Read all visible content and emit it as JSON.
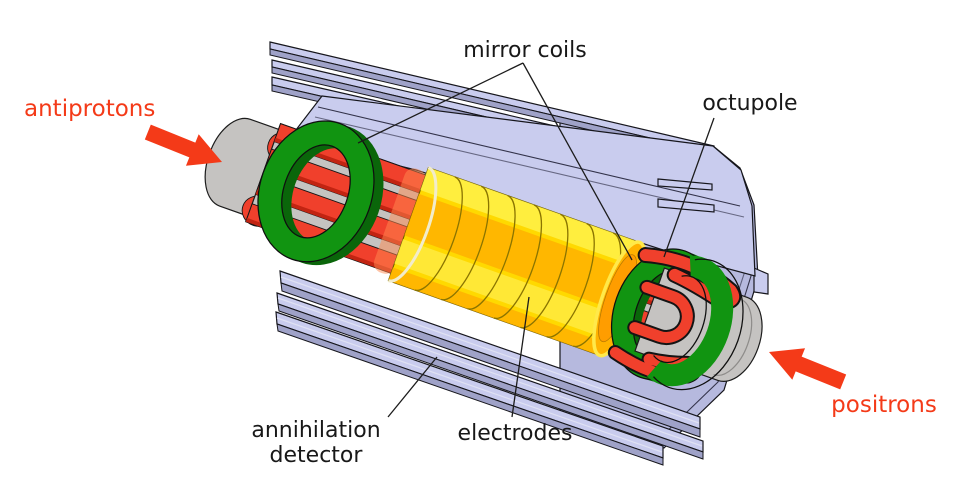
{
  "background": "#ffffff",
  "labels": {
    "antiprotons": "antiprotons",
    "positrons": "positrons",
    "mirror_coils": "mirror coils",
    "octupole": "octupole",
    "electrodes": "electrodes",
    "annihilation_line1": "annihilation",
    "annihilation_line2": "detector"
  },
  "parts": [
    {
      "label": "annihilation detector",
      "appearance": "outer layered lavender panels and slabs"
    },
    {
      "label": "mirror coils",
      "appearance": "two green rings around the trap, left and right"
    },
    {
      "label": "octupole",
      "appearance": "red bars running along the trap, looping at the right end"
    },
    {
      "label": "electrodes",
      "appearance": "translucent yellow segmented cylinder in the middle"
    },
    {
      "label": "antiprotons",
      "appearance": "red arrow entering at upper left gray end cap"
    },
    {
      "label": "positrons",
      "appearance": "red arrow entering at lower right gray end cap"
    }
  ],
  "colors": {
    "background": "#ffffff",
    "label-red": "#f43a18",
    "label-black": "#181818",
    "outline": "#16161c",
    "lavender-light": "#c9ccee",
    "lavender-mid": "#b6b9de",
    "lavender-edge": "#9fa2c8",
    "facet-line": "#33334a",
    "green-main": "#119411",
    "green-dark": "#0a660a",
    "red-main": "#f0402c",
    "red-dark": "#c22412",
    "gray-main": "#c5c3c1",
    "gray-rim": "#8e8c8a",
    "yellow-body": "#ffd900",
    "yellow-bright": "#fff045",
    "yellow-mid": "#ffe93c",
    "orange-mid": "#ffb200",
    "orange-deep": "#ff9d00",
    "yellow-line": "#8a7400",
    "glow-orange": "#ff8a50",
    "leader-line": "#1c1c1c"
  }
}
